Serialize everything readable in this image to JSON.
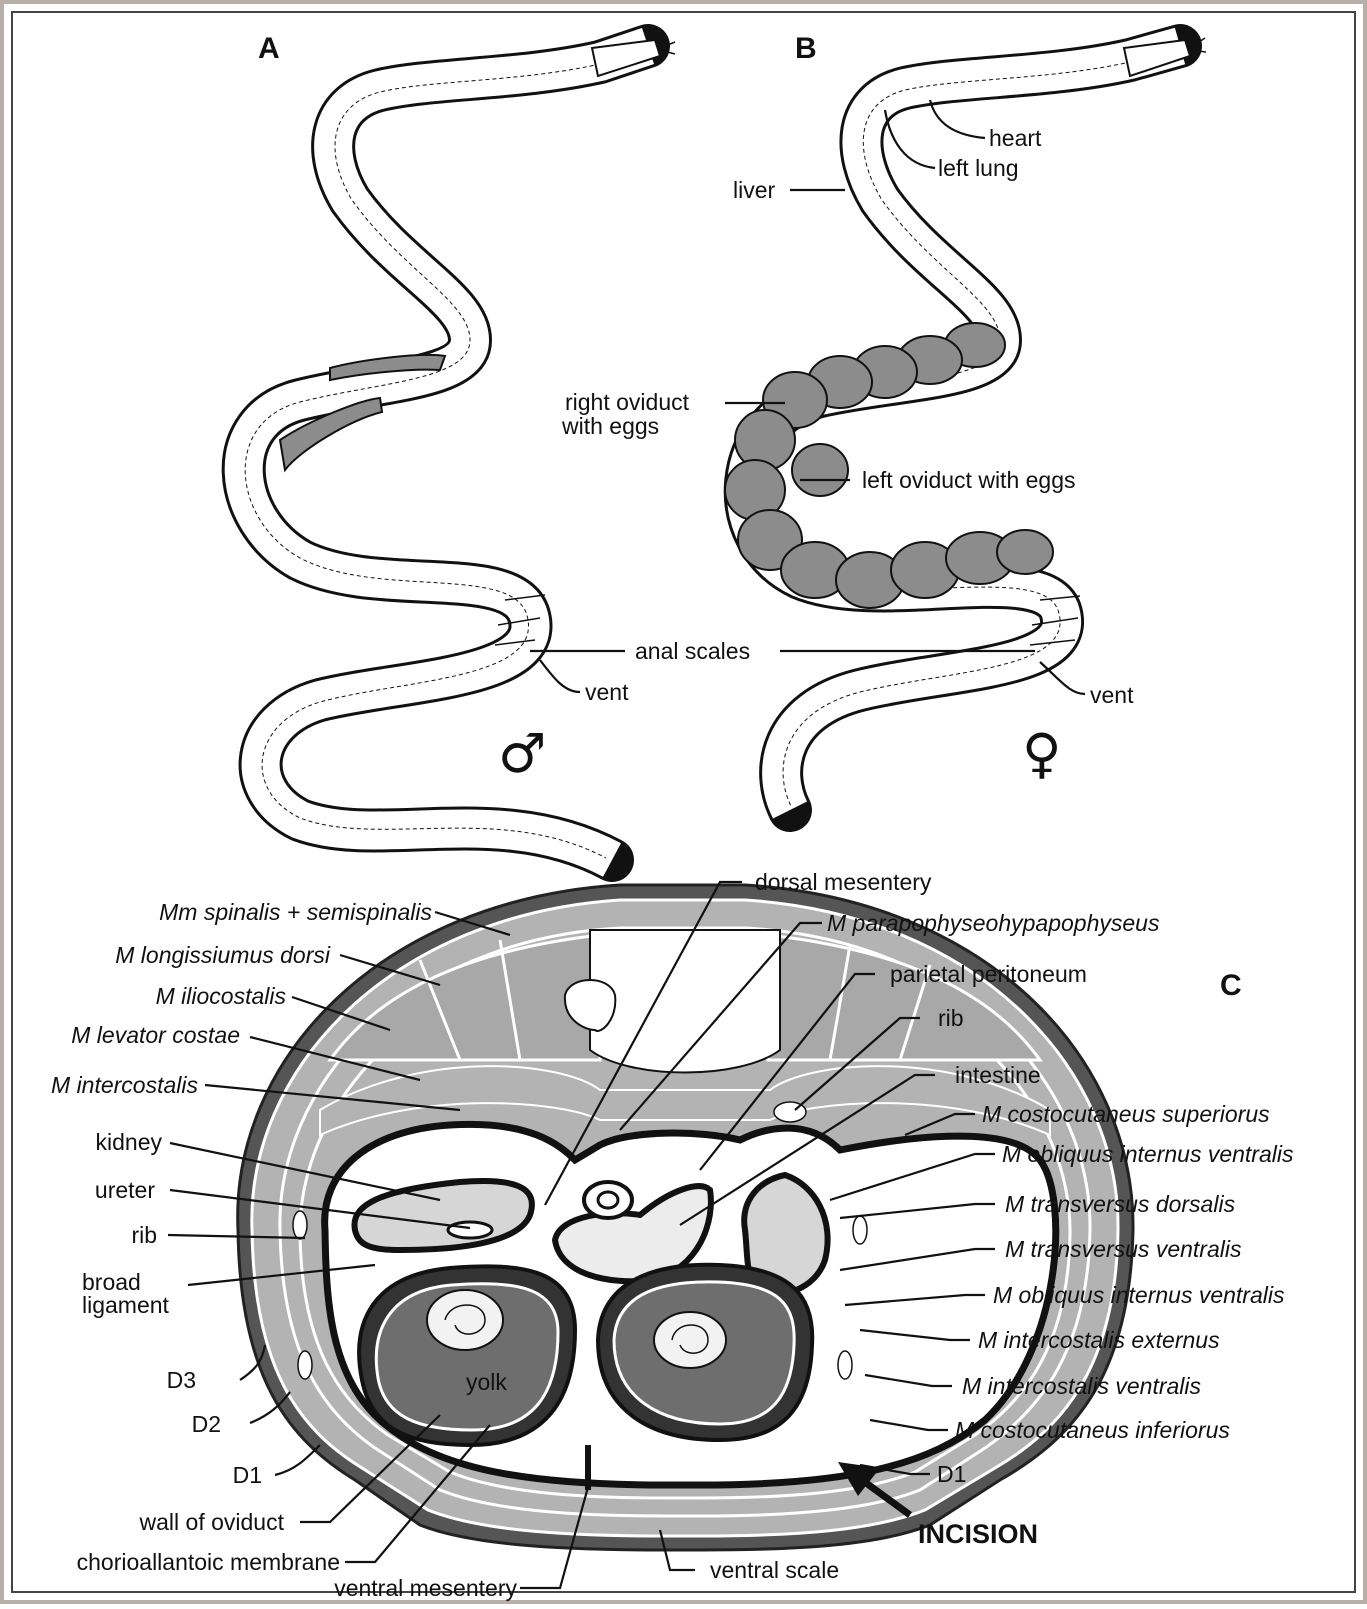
{
  "panels": {
    "a": "A",
    "b": "B",
    "c": "C"
  },
  "male_symbol": "♂",
  "female_symbol": "♀",
  "snake_labels": {
    "heart": "heart",
    "left_lung": "left lung",
    "liver": "liver",
    "right_oviduct_line1": "right oviduct",
    "right_oviduct_line2": "with eggs",
    "left_oviduct": "left oviduct with eggs",
    "anal_scales": "anal scales",
    "vent_male": "vent",
    "vent_female": "vent"
  },
  "section_labels": {
    "spinalis": "Mm spinalis + semispinalis",
    "longissimus": "M longissiumus dorsi",
    "iliocostalis": "M iliocostalis",
    "levator_costae": "M levator costae",
    "intercostalis": "M intercostalis",
    "kidney": "kidney",
    "ureter": "ureter",
    "rib_left": "rib",
    "broad_line1": "broad",
    "broad_line2": "ligament",
    "d3": "D3",
    "d2": "D2",
    "d1_left": "D1",
    "wall_oviduct": "wall of oviduct",
    "chorioallantoic": "chorioallantoic membrane",
    "ventral_mesentery": "ventral mesentery",
    "ventral_scale": "ventral scale",
    "yolk": "yolk",
    "dorsal_mesentery": "dorsal mesentery",
    "parapophyseo": "M parapophyseohypapophyseus",
    "parietal_peritoneum": "parietal peritoneum",
    "rib_right": "rib",
    "intestine": "intestine",
    "costocutaneus_sup": "M costocutaneus superiorus",
    "obliquus_1": "M obliquus internus ventralis",
    "transversus_dorsalis": "M transversus dorsalis",
    "transversus_ventralis": "M transversus ventralis",
    "obliquus_2": "M obliquus internus ventralis",
    "intercostalis_externus": "M intercostalis externus",
    "intercostalis_ventralis": "M intercostalis ventralis",
    "costocutaneus_inf": "M costocutaneus inferiorus",
    "d1_right": "D1",
    "incision": "INCISION"
  },
  "colors": {
    "muscle": "#b3b3b3",
    "organ": "#8c8c8c",
    "yolk": "#6e6e6e",
    "frame": "#b8b0a8"
  }
}
